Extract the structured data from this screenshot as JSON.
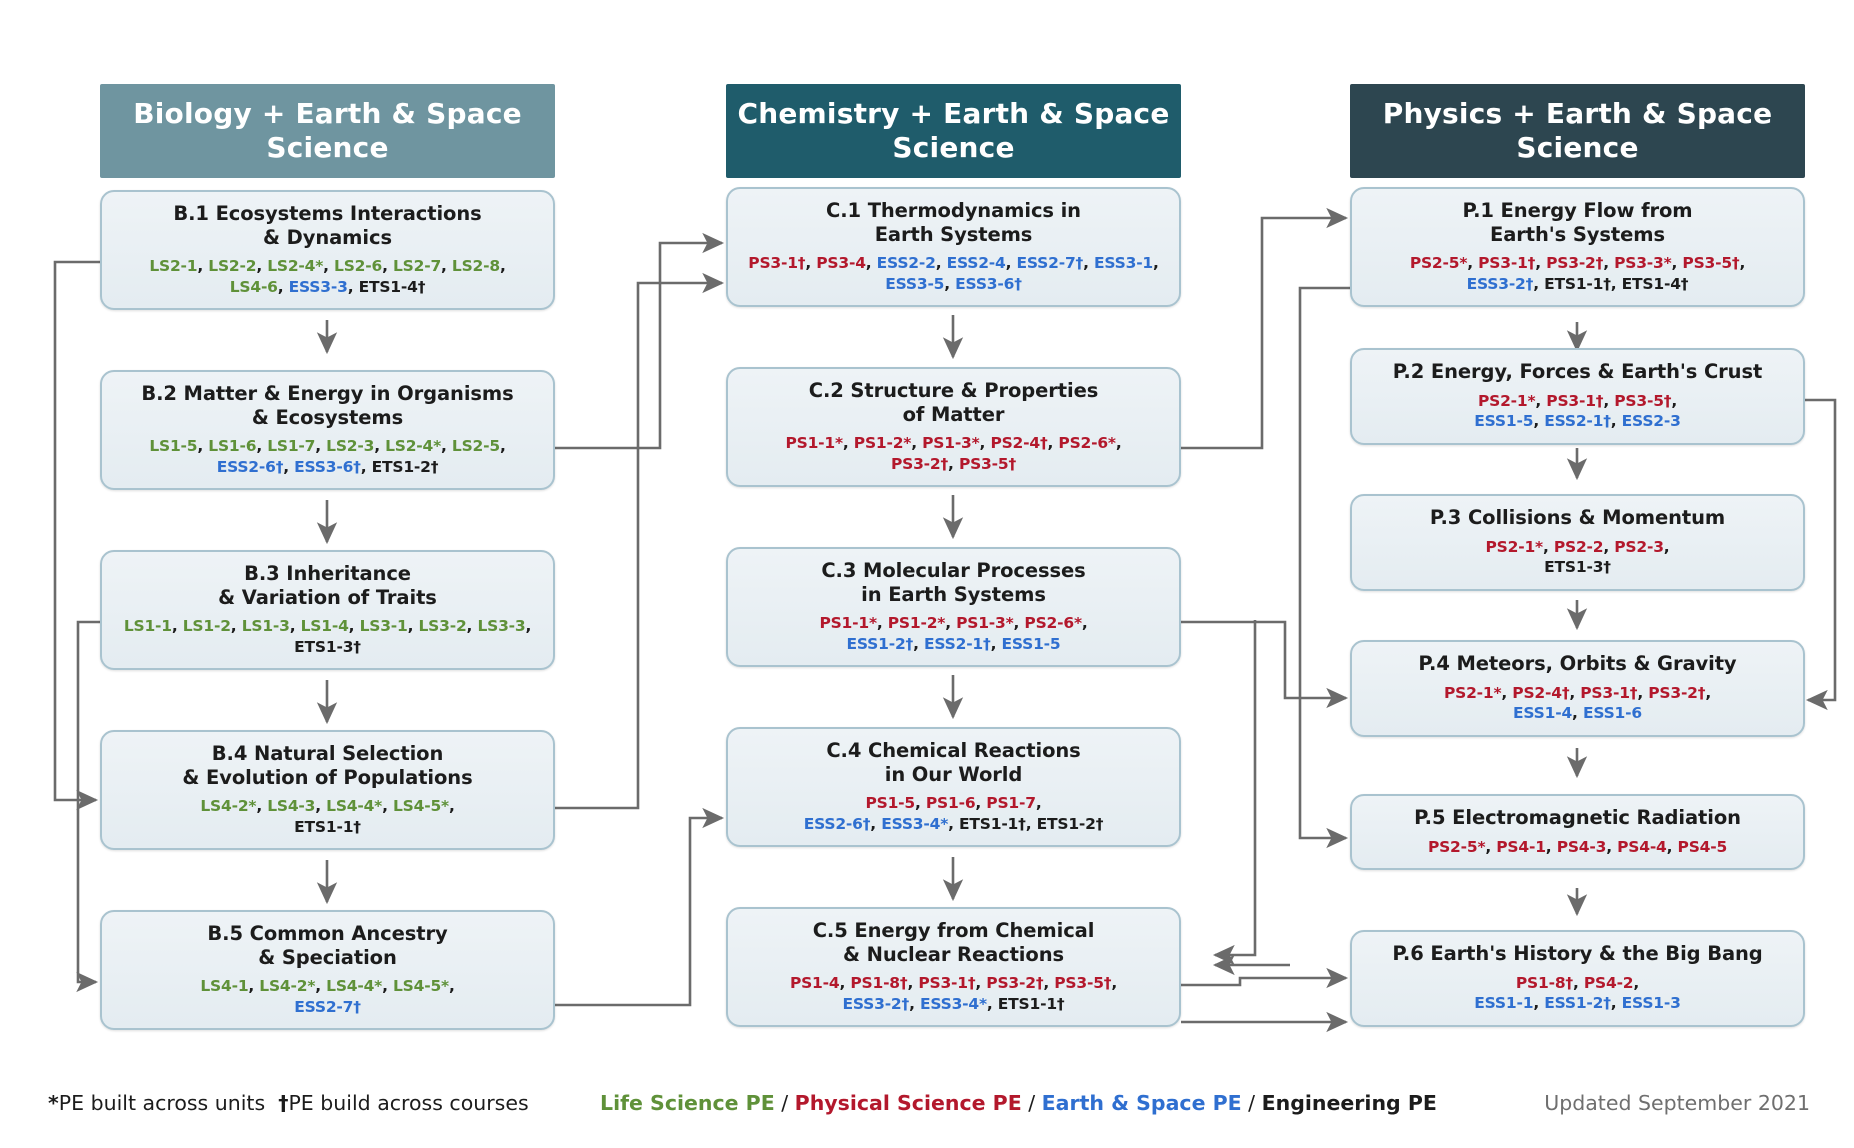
{
  "columns": [
    {
      "id": "biology",
      "header": "Biology +\nEarth & Space Science",
      "header_color": "#6f95a0",
      "units": [
        {
          "code": "B.1",
          "title": "B.1 Ecosystems Interactions\n& Dynamics",
          "codes": [
            {
              "t": "LS2-1",
              "k": "ls"
            },
            {
              "t": ", ",
              "k": "sep"
            },
            {
              "t": "LS2-2",
              "k": "ls"
            },
            {
              "t": ", ",
              "k": "sep"
            },
            {
              "t": "LS2-4*",
              "k": "ls"
            },
            {
              "t": ", ",
              "k": "sep"
            },
            {
              "t": "LS2-6",
              "k": "ls"
            },
            {
              "t": ", ",
              "k": "sep"
            },
            {
              "t": "LS2-7",
              "k": "ls"
            },
            {
              "t": ", ",
              "k": "sep"
            },
            {
              "t": "LS2-8",
              "k": "ls"
            },
            {
              "t": ",\n",
              "k": "sep"
            },
            {
              "t": "LS4-6",
              "k": "ls"
            },
            {
              "t": ", ",
              "k": "sep"
            },
            {
              "t": "ESS3-3",
              "k": "ess"
            },
            {
              "t": ", ",
              "k": "sep"
            },
            {
              "t": "ETS1-4†",
              "k": "ets"
            }
          ]
        },
        {
          "code": "B.2",
          "title": "B.2 Matter & Energy in Organisms\n& Ecosystems",
          "codes": [
            {
              "t": "LS1-5",
              "k": "ls"
            },
            {
              "t": ", ",
              "k": "sep"
            },
            {
              "t": "LS1-6",
              "k": "ls"
            },
            {
              "t": ", ",
              "k": "sep"
            },
            {
              "t": "LS1-7",
              "k": "ls"
            },
            {
              "t": ", ",
              "k": "sep"
            },
            {
              "t": "LS2-3",
              "k": "ls"
            },
            {
              "t": ", ",
              "k": "sep"
            },
            {
              "t": "LS2-4*",
              "k": "ls"
            },
            {
              "t": ", ",
              "k": "sep"
            },
            {
              "t": "LS2-5",
              "k": "ls"
            },
            {
              "t": ",\n",
              "k": "sep"
            },
            {
              "t": "ESS2-6†",
              "k": "ess"
            },
            {
              "t": ", ",
              "k": "sep"
            },
            {
              "t": "ESS3-6†",
              "k": "ess"
            },
            {
              "t": ", ",
              "k": "sep"
            },
            {
              "t": "ETS1-2†",
              "k": "ets"
            }
          ]
        },
        {
          "code": "B.3",
          "title": "B.3 Inheritance\n& Variation of Traits",
          "codes": [
            {
              "t": "LS1-1",
              "k": "ls"
            },
            {
              "t": ", ",
              "k": "sep"
            },
            {
              "t": "LS1-2",
              "k": "ls"
            },
            {
              "t": ", ",
              "k": "sep"
            },
            {
              "t": "LS1-3",
              "k": "ls"
            },
            {
              "t": ", ",
              "k": "sep"
            },
            {
              "t": "LS1-4",
              "k": "ls"
            },
            {
              "t": ", ",
              "k": "sep"
            },
            {
              "t": "LS3-1",
              "k": "ls"
            },
            {
              "t": ", ",
              "k": "sep"
            },
            {
              "t": "LS3-2",
              "k": "ls"
            },
            {
              "t": ", ",
              "k": "sep"
            },
            {
              "t": "LS3-3",
              "k": "ls"
            },
            {
              "t": ",\n",
              "k": "sep"
            },
            {
              "t": "ETS1-3†",
              "k": "ets"
            }
          ]
        },
        {
          "code": "B.4",
          "title": "B.4 Natural Selection\n& Evolution of Populations",
          "codes": [
            {
              "t": "LS4-2*",
              "k": "ls"
            },
            {
              "t": ", ",
              "k": "sep"
            },
            {
              "t": "LS4-3",
              "k": "ls"
            },
            {
              "t": ", ",
              "k": "sep"
            },
            {
              "t": "LS4-4*",
              "k": "ls"
            },
            {
              "t": ", ",
              "k": "sep"
            },
            {
              "t": "LS4-5*",
              "k": "ls"
            },
            {
              "t": ",\n",
              "k": "sep"
            },
            {
              "t": "ETS1-1†",
              "k": "ets"
            }
          ]
        },
        {
          "code": "B.5",
          "title": "B.5 Common Ancestry\n& Speciation",
          "codes": [
            {
              "t": "LS4-1",
              "k": "ls"
            },
            {
              "t": ", ",
              "k": "sep"
            },
            {
              "t": "LS4-2*",
              "k": "ls"
            },
            {
              "t": ", ",
              "k": "sep"
            },
            {
              "t": "LS4-4*",
              "k": "ls"
            },
            {
              "t": ", ",
              "k": "sep"
            },
            {
              "t": "LS4-5*",
              "k": "ls"
            },
            {
              "t": ",\n",
              "k": "sep"
            },
            {
              "t": "ESS2-7†",
              "k": "ess"
            }
          ]
        }
      ]
    },
    {
      "id": "chemistry",
      "header": "Chemistry +\nEarth & Space Science",
      "header_color": "#1f5c6b",
      "units": [
        {
          "code": "C.1",
          "title": "C.1 Thermodynamics in\nEarth Systems",
          "codes": [
            {
              "t": "PS3-1†",
              "k": "ps"
            },
            {
              "t": ", ",
              "k": "sep"
            },
            {
              "t": "PS3-4",
              "k": "ps"
            },
            {
              "t": ", ",
              "k": "sep"
            },
            {
              "t": "ESS2-2",
              "k": "ess"
            },
            {
              "t": ", ",
              "k": "sep"
            },
            {
              "t": "ESS2-4",
              "k": "ess"
            },
            {
              "t": ", ",
              "k": "sep"
            },
            {
              "t": "ESS2-7†",
              "k": "ess"
            },
            {
              "t": ", ",
              "k": "sep"
            },
            {
              "t": "ESS3-1",
              "k": "ess"
            },
            {
              "t": ",\n",
              "k": "sep"
            },
            {
              "t": "ESS3-5",
              "k": "ess"
            },
            {
              "t": ", ",
              "k": "sep"
            },
            {
              "t": "ESS3-6†",
              "k": "ess"
            }
          ]
        },
        {
          "code": "C.2",
          "title": "C.2 Structure & Properties\nof Matter",
          "codes": [
            {
              "t": "PS1-1*",
              "k": "ps"
            },
            {
              "t": ", ",
              "k": "sep"
            },
            {
              "t": "PS1-2*",
              "k": "ps"
            },
            {
              "t": ", ",
              "k": "sep"
            },
            {
              "t": "PS1-3*",
              "k": "ps"
            },
            {
              "t": ", ",
              "k": "sep"
            },
            {
              "t": "PS2-4†",
              "k": "ps"
            },
            {
              "t": ", ",
              "k": "sep"
            },
            {
              "t": "PS2-6*",
              "k": "ps"
            },
            {
              "t": ",\n",
              "k": "sep"
            },
            {
              "t": "PS3-2†",
              "k": "ps"
            },
            {
              "t": ", ",
              "k": "sep"
            },
            {
              "t": "PS3-5†",
              "k": "ps"
            }
          ]
        },
        {
          "code": "C.3",
          "title": "C.3 Molecular Processes\nin Earth Systems",
          "codes": [
            {
              "t": "PS1-1*",
              "k": "ps"
            },
            {
              "t": ", ",
              "k": "sep"
            },
            {
              "t": "PS1-2*",
              "k": "ps"
            },
            {
              "t": ", ",
              "k": "sep"
            },
            {
              "t": "PS1-3*",
              "k": "ps"
            },
            {
              "t": ", ",
              "k": "sep"
            },
            {
              "t": "PS2-6*",
              "k": "ps"
            },
            {
              "t": ",\n",
              "k": "sep"
            },
            {
              "t": "ESS1-2†",
              "k": "ess"
            },
            {
              "t": ", ",
              "k": "sep"
            },
            {
              "t": "ESS2-1†",
              "k": "ess"
            },
            {
              "t": ", ",
              "k": "sep"
            },
            {
              "t": "ESS1-5",
              "k": "ess"
            }
          ]
        },
        {
          "code": "C.4",
          "title": "C.4 Chemical Reactions\nin Our World",
          "codes": [
            {
              "t": "PS1-5",
              "k": "ps"
            },
            {
              "t": ", ",
              "k": "sep"
            },
            {
              "t": "PS1-6",
              "k": "ps"
            },
            {
              "t": ", ",
              "k": "sep"
            },
            {
              "t": "PS1-7",
              "k": "ps"
            },
            {
              "t": ",\n",
              "k": "sep"
            },
            {
              "t": "ESS2-6†",
              "k": "ess"
            },
            {
              "t": ", ",
              "k": "sep"
            },
            {
              "t": "ESS3-4*",
              "k": "ess"
            },
            {
              "t": ", ",
              "k": "sep"
            },
            {
              "t": "ETS1-1†",
              "k": "ets"
            },
            {
              "t": ", ",
              "k": "sep"
            },
            {
              "t": "ETS1-2†",
              "k": "ets"
            }
          ]
        },
        {
          "code": "C.5",
          "title": "C.5 Energy from Chemical\n& Nuclear Reactions",
          "codes": [
            {
              "t": "PS1-4",
              "k": "ps"
            },
            {
              "t": ", ",
              "k": "sep"
            },
            {
              "t": "PS1-8†",
              "k": "ps"
            },
            {
              "t": ", ",
              "k": "sep"
            },
            {
              "t": "PS3-1†",
              "k": "ps"
            },
            {
              "t": ", ",
              "k": "sep"
            },
            {
              "t": "PS3-2†",
              "k": "ps"
            },
            {
              "t": ", ",
              "k": "sep"
            },
            {
              "t": "PS3-5†",
              "k": "ps"
            },
            {
              "t": ",\n",
              "k": "sep"
            },
            {
              "t": "ESS3-2†",
              "k": "ess"
            },
            {
              "t": ", ",
              "k": "sep"
            },
            {
              "t": "ESS3-4*",
              "k": "ess"
            },
            {
              "t": ", ",
              "k": "sep"
            },
            {
              "t": "ETS1-1†",
              "k": "ets"
            }
          ]
        }
      ]
    },
    {
      "id": "physics",
      "header": "Physics +\nEarth & Space Science",
      "header_color": "#2d4650",
      "units": [
        {
          "code": "P.1",
          "title": "P.1 Energy Flow from\nEarth's Systems",
          "codes": [
            {
              "t": "PS2-5*",
              "k": "ps"
            },
            {
              "t": ", ",
              "k": "sep"
            },
            {
              "t": "PS3-1†",
              "k": "ps"
            },
            {
              "t": ", ",
              "k": "sep"
            },
            {
              "t": "PS3-2†",
              "k": "ps"
            },
            {
              "t": ", ",
              "k": "sep"
            },
            {
              "t": "PS3-3*",
              "k": "ps"
            },
            {
              "t": ", ",
              "k": "sep"
            },
            {
              "t": "PS3-5†",
              "k": "ps"
            },
            {
              "t": ",\n",
              "k": "sep"
            },
            {
              "t": "ESS3-2†",
              "k": "ess"
            },
            {
              "t": ", ",
              "k": "sep"
            },
            {
              "t": "ETS1-1†",
              "k": "ets"
            },
            {
              "t": ", ",
              "k": "sep"
            },
            {
              "t": "ETS1-4†",
              "k": "ets"
            }
          ]
        },
        {
          "code": "P.2",
          "title": "P.2 Energy, Forces & Earth's Crust",
          "codes": [
            {
              "t": "PS2-1*",
              "k": "ps"
            },
            {
              "t": ", ",
              "k": "sep"
            },
            {
              "t": "PS3-1†",
              "k": "ps"
            },
            {
              "t": ", ",
              "k": "sep"
            },
            {
              "t": "PS3-5†",
              "k": "ps"
            },
            {
              "t": ",\n",
              "k": "sep"
            },
            {
              "t": "ESS1-5",
              "k": "ess"
            },
            {
              "t": ", ",
              "k": "sep"
            },
            {
              "t": "ESS2-1†",
              "k": "ess"
            },
            {
              "t": ", ",
              "k": "sep"
            },
            {
              "t": "ESS2-3",
              "k": "ess"
            }
          ]
        },
        {
          "code": "P.3",
          "title": "P.3 Collisions & Momentum",
          "codes": [
            {
              "t": "PS2-1*",
              "k": "ps"
            },
            {
              "t": ", ",
              "k": "sep"
            },
            {
              "t": "PS2-2",
              "k": "ps"
            },
            {
              "t": ", ",
              "k": "sep"
            },
            {
              "t": "PS2-3",
              "k": "ps"
            },
            {
              "t": ",\n",
              "k": "sep"
            },
            {
              "t": "ETS1-3†",
              "k": "ets"
            }
          ]
        },
        {
          "code": "P.4",
          "title": "P.4 Meteors, Orbits & Gravity",
          "codes": [
            {
              "t": "PS2-1*",
              "k": "ps"
            },
            {
              "t": ", ",
              "k": "sep"
            },
            {
              "t": "PS2-4†",
              "k": "ps"
            },
            {
              "t": ", ",
              "k": "sep"
            },
            {
              "t": "PS3-1†",
              "k": "ps"
            },
            {
              "t": ", ",
              "k": "sep"
            },
            {
              "t": "PS3-2†",
              "k": "ps"
            },
            {
              "t": ",\n",
              "k": "sep"
            },
            {
              "t": "ESS1-4",
              "k": "ess"
            },
            {
              "t": ", ",
              "k": "sep"
            },
            {
              "t": "ESS1-6",
              "k": "ess"
            }
          ]
        },
        {
          "code": "P.5",
          "title": "P.5 Electromagnetic Radiation",
          "codes": [
            {
              "t": "PS2-5*",
              "k": "ps"
            },
            {
              "t": ", ",
              "k": "sep"
            },
            {
              "t": "PS4-1",
              "k": "ps"
            },
            {
              "t": ", ",
              "k": "sep"
            },
            {
              "t": "PS4-3",
              "k": "ps"
            },
            {
              "t": ", ",
              "k": "sep"
            },
            {
              "t": "PS4-4",
              "k": "ps"
            },
            {
              "t": ", ",
              "k": "sep"
            },
            {
              "t": "PS4-5",
              "k": "ps"
            }
          ]
        },
        {
          "code": "P.6",
          "title": "P.6 Earth's History & the Big Bang",
          "codes": [
            {
              "t": "PS1-8†",
              "k": "ps"
            },
            {
              "t": ", ",
              "k": "sep"
            },
            {
              "t": "PS4-2",
              "k": "ps"
            },
            {
              "t": ",\n",
              "k": "sep"
            },
            {
              "t": "ESS1-1",
              "k": "ess"
            },
            {
              "t": ", ",
              "k": "sep"
            },
            {
              "t": "ESS1-2†",
              "k": "ess"
            },
            {
              "t": ", ",
              "k": "sep"
            },
            {
              "t": "ESS1-3",
              "k": "ess"
            }
          ]
        }
      ]
    }
  ],
  "legend": {
    "notes_star": "*",
    "notes_star_text": "PE built across units",
    "notes_dagger": "†",
    "notes_dagger_text": "PE build across courses",
    "notes_full": "*PE built across units  †PE build across courses",
    "key": [
      {
        "label": "Life Science PE",
        "color": "#5f9139"
      },
      {
        "label": "Physical Science PE",
        "color": "#b3182c"
      },
      {
        "label": "Earth & Space PE",
        "color": "#2f6fd0"
      },
      {
        "label": "Engineering PE",
        "color": "#1c1c1c"
      }
    ],
    "key_separator": " / ",
    "updated": "Updated September 2021"
  },
  "colors": {
    "life_science": "#5f9139",
    "physical_science": "#b3182c",
    "earth_space": "#2f6fd0",
    "engineering": "#1c1c1c",
    "box_fill": "#e9f0f4",
    "box_border": "#a9c3cf",
    "arrow": "#6b6b6b"
  }
}
